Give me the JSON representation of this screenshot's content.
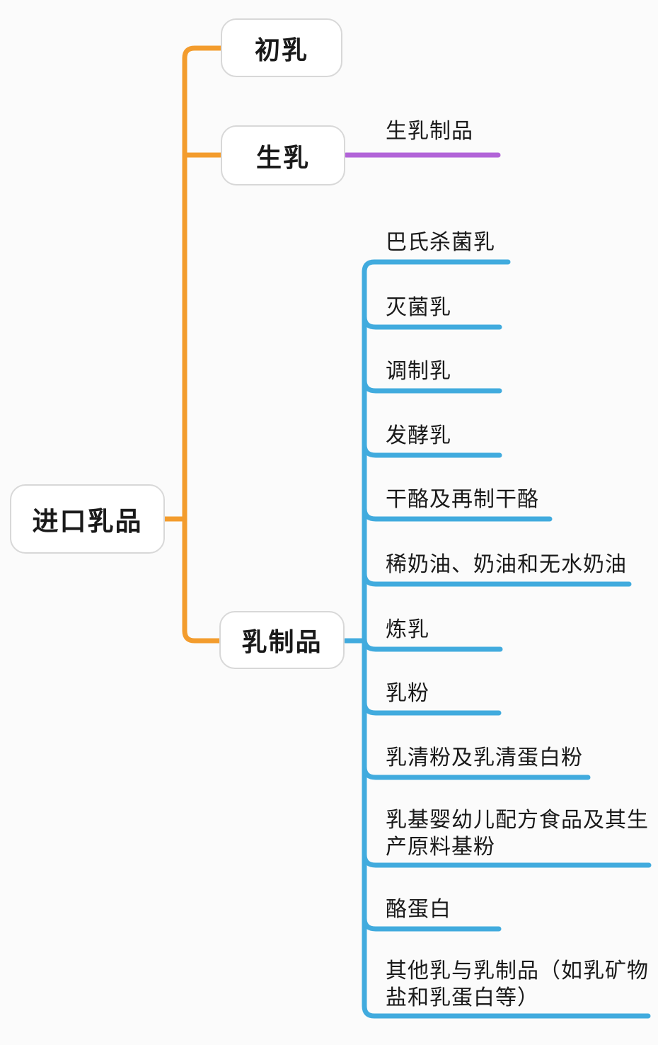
{
  "title": "进口乳品思维导图",
  "colors": {
    "background": "#FBFBFB",
    "orange_branch": "#F39C2D",
    "blue_branch": "#41ABDE",
    "purple_branch": "#B264D8",
    "node_border": "#D8D8D8",
    "node_fill": "#FFFFFF",
    "text": "#1A1A1A"
  },
  "root": {
    "label": "进口乳品"
  },
  "branches": [
    {
      "label": "初乳",
      "children": []
    },
    {
      "label": "生乳",
      "children": [
        {
          "label": "生乳制品"
        }
      ]
    },
    {
      "label": "乳制品",
      "children": [
        {
          "label": "巴氏杀菌乳"
        },
        {
          "label": "灭菌乳"
        },
        {
          "label": "调制乳"
        },
        {
          "label": "发酵乳"
        },
        {
          "label": "干酪及再制干酪"
        },
        {
          "label": "稀奶油、奶油和无水奶油"
        },
        {
          "label": "炼乳"
        },
        {
          "label": "乳粉"
        },
        {
          "label": "乳清粉及乳清蛋白粉"
        },
        {
          "label": "乳基婴幼儿配方食品及其生\n产原料基粉"
        },
        {
          "label": "酪蛋白"
        },
        {
          "label": "其他乳与乳制品（如乳矿物\n盐和乳蛋白等）"
        }
      ]
    }
  ]
}
